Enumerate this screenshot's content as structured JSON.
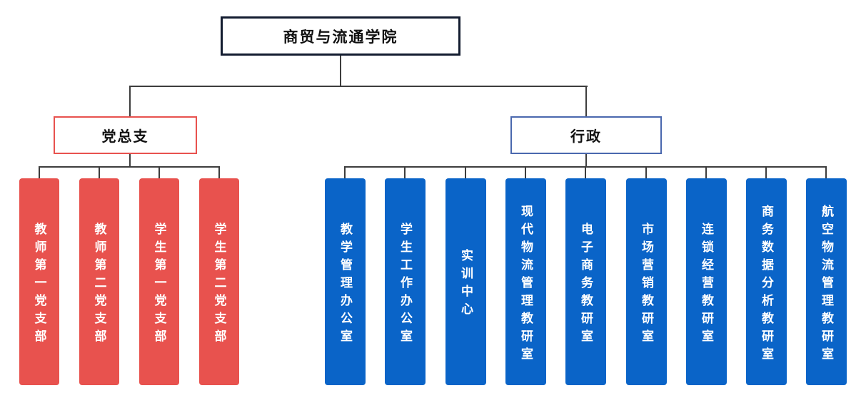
{
  "palette": {
    "root_border": "#131c30",
    "party_color": "#e8524e",
    "admin_border": "#4a68ae",
    "admin_fill": "#0a64c8",
    "line_color": "#3d3d3d",
    "node_text": "#111111",
    "column_text": "#ffffff"
  },
  "org": {
    "root": {
      "label": "商贸与流通学院"
    },
    "branches": [
      {
        "label": "党总支",
        "children": [
          "教师第一党支部",
          "教师第二党支部",
          "学生第一党支部",
          "学生第二党支部"
        ]
      },
      {
        "label": "行政",
        "children": [
          "教学管理办公室",
          "学生工作办公室",
          "实训中心",
          "现代物流管理教研室",
          "电子商务教研室",
          "市场营销教研室",
          "连锁经营教研室",
          "商务数据分析教研室",
          "航空物流管理教研室"
        ]
      }
    ]
  }
}
